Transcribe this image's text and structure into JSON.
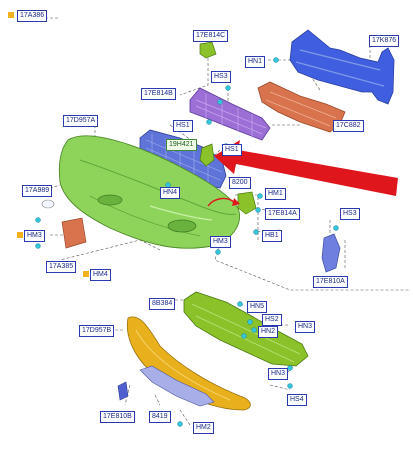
{
  "labels": {
    "a386": "17A386",
    "e814c": "17E814C",
    "k876": "17K876",
    "hn1": "HN1",
    "hs3_top": "HS3",
    "e814b": "17E814B",
    "c882": "17C882",
    "d957a": "17D957A",
    "hs1_a": "HS1",
    "h421": "19H421",
    "hs1_b": "HS1",
    "hn4": "HN4",
    "n8200": "8200",
    "a989": "17A989",
    "hm1": "HM1",
    "e814a": "17E814A",
    "hs3_right": "HS3",
    "hm3_left": "HM3",
    "hm3_mid": "HM3",
    "hb1": "HB1",
    "a385": "17A385",
    "hm4": "HM4",
    "e810a": "17E810A",
    "b384": "8B384",
    "hn5": "HN5",
    "hs2": "HS2",
    "d957b": "17D957B",
    "hn2": "HN2",
    "hn3_a": "HN3",
    "hn3_b": "HN3",
    "hs4": "HS4",
    "e810b": "17E810B",
    "n8419": "8419",
    "hm2": "HM2"
  },
  "colors": {
    "bumper_cover": "#8fd45a",
    "grille_upper": "#9b6fd6",
    "grille_lower": "#5f74d8",
    "reinforcement": "#3f5fe0",
    "absorber": "#d8734d",
    "lower_valance": "#e8b01c",
    "lower_absorber": "#8bc22a",
    "arrow": "#e0161d",
    "fastener": "#35c5d8",
    "accent_yellow": "#f2b21f"
  },
  "icons": [
    "red-arrow-icon",
    "fastener-icon"
  ]
}
